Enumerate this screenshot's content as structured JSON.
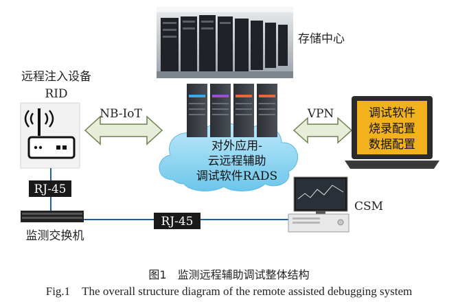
{
  "diagram": {
    "storage_label": "存储中心",
    "rid_label_line1": "远程注入设备",
    "rid_label_line2": "RID",
    "nbiot_label": "NB-IoT",
    "vpn_label": "VPN",
    "rads_line1": "对外应用-",
    "rads_line2": "云远程辅助",
    "rads_line3": "调试软件RADS",
    "laptop_line1": "调试软件",
    "laptop_line2": "烧录配置",
    "laptop_line3": "数据配置",
    "rj45_left": "RJ-45",
    "rj45_bottom": "RJ-45",
    "switch_label": "监测交换机",
    "csm_label": "CSM"
  },
  "caption": {
    "cn": "图1　监测远程辅助调试整体结构",
    "en": "Fig.1　The overall structure diagram of the remote assisted debugging system"
  },
  "colors": {
    "cloud": "#8fd6f2",
    "arrow_fill": "#e6edd9",
    "laptop_screen": "#f2b21d",
    "rj45_box": "#1a1a1a"
  }
}
